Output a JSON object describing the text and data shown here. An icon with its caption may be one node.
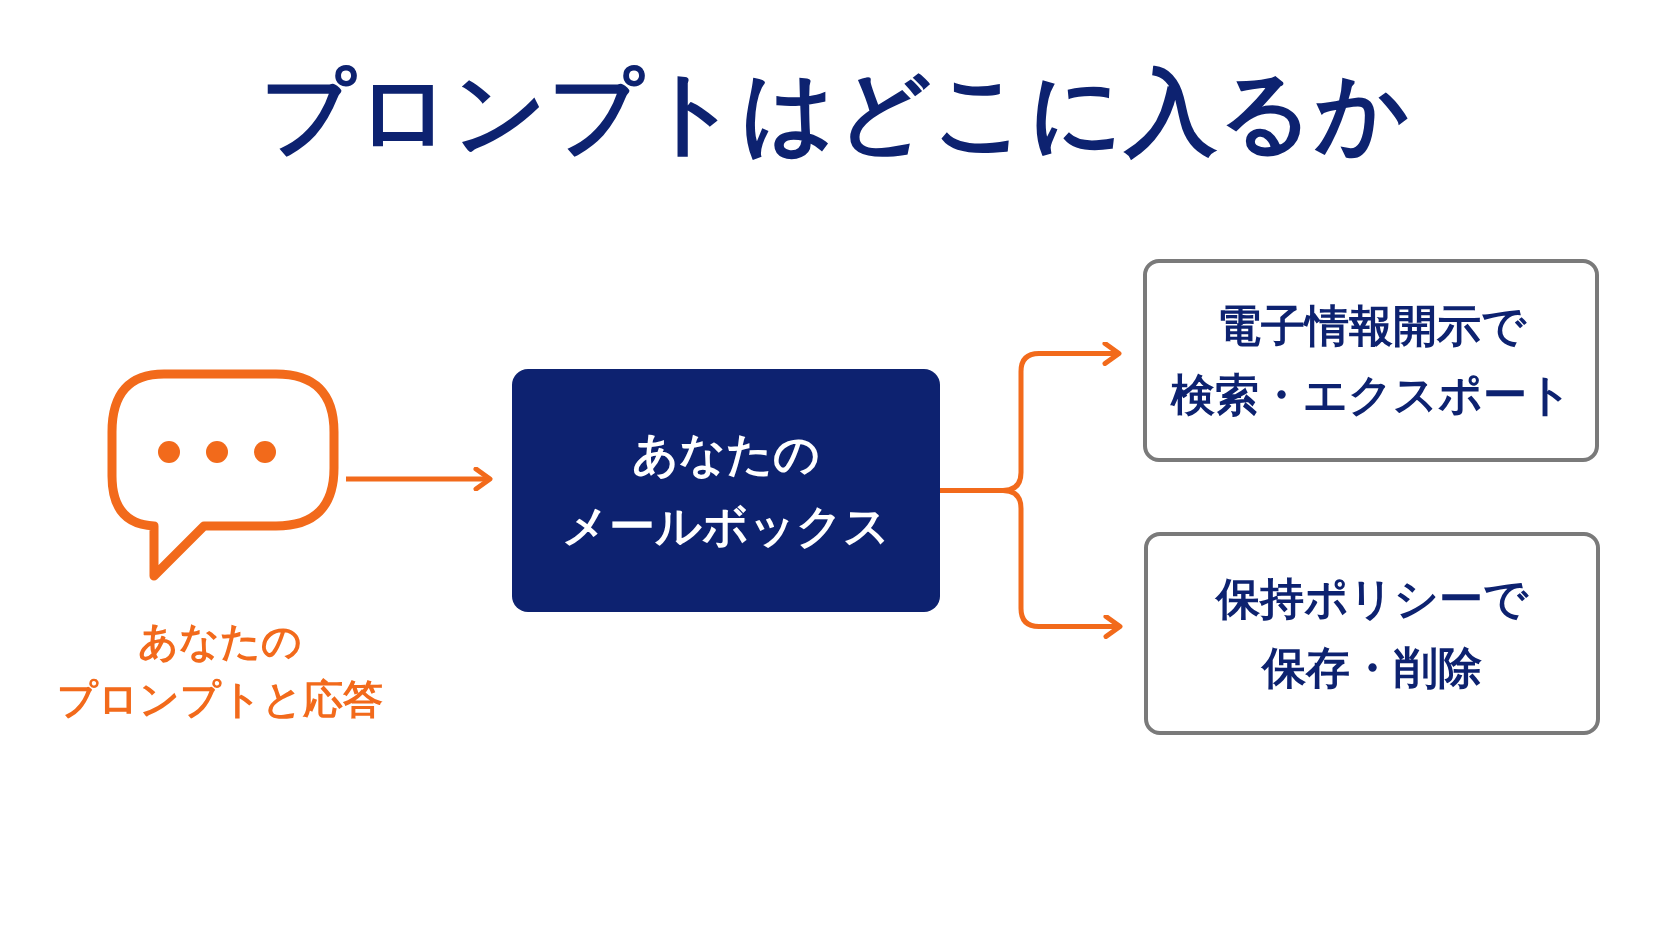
{
  "diagram": {
    "title": "プロンプトはどこに入るか",
    "nodes": [
      {
        "text": [],
        "shape": "bubble",
        "beside": [
          "あなたのプロンプトと応答"
        ]
      },
      {
        "text": [
          "あなたのメールボックス"
        ]
      },
      {
        "text": [
          "電子情報開示で検索・エクスポート"
        ]
      },
      {
        "text": [
          "保持ポリシーで保存・削除"
        ]
      }
    ],
    "edges": [
      {
        "from": 0,
        "to": 1,
        "arrow": "to"
      },
      {
        "from": 1,
        "to": 2,
        "arrow": "to"
      },
      {
        "from": 1,
        "to": 3,
        "arrow": "to"
      }
    ]
  }
}
